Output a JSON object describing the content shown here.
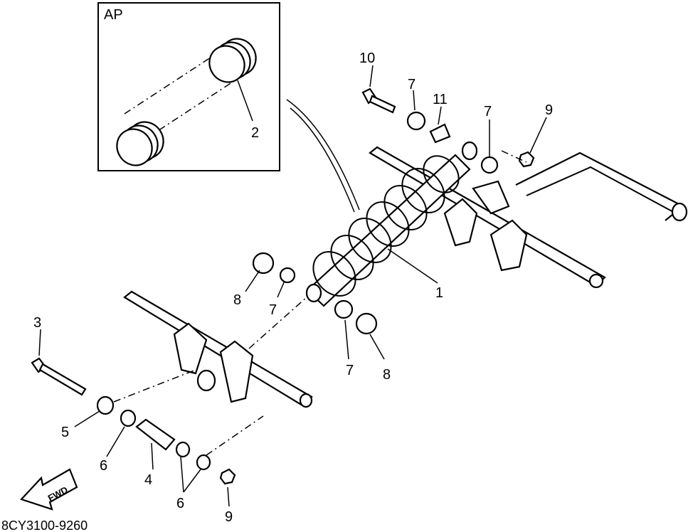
{
  "inset": {
    "title": "AP",
    "callout": "2"
  },
  "callouts": {
    "c1": "1",
    "c3": "3",
    "c4": "4",
    "c5": "5",
    "c6a": "6",
    "c6b": "6",
    "c7a": "7",
    "c7b": "7",
    "c7c": "7",
    "c7d": "7",
    "c8a": "8",
    "c8b": "8",
    "c9a": "9",
    "c9b": "9",
    "c10": "10",
    "c11": "11"
  },
  "direction_arrow": "FWD",
  "diagram_code": "8CY3100-9260"
}
